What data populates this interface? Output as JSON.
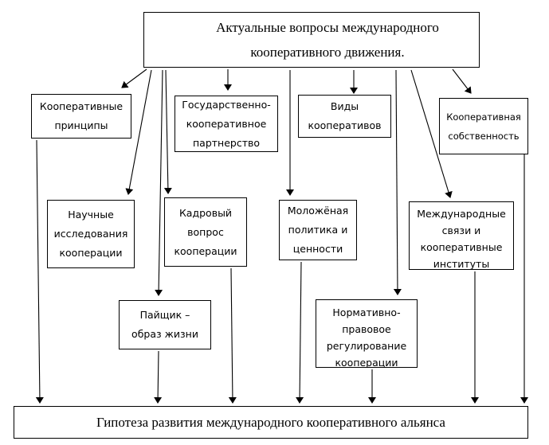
{
  "diagram": {
    "type": "flowchart",
    "root": {
      "id": "root",
      "lines": [
        "Актуальные вопросы международного",
        "кооперативного движения."
      ]
    },
    "topics": [
      {
        "id": "principles",
        "lines": [
          "Кооперативные",
          "принципы"
        ]
      },
      {
        "id": "partnership",
        "lines": [
          "Государственно-",
          "кооперативное",
          "партнерство"
        ]
      },
      {
        "id": "types",
        "lines": [
          "Виды",
          "кооперативов"
        ]
      },
      {
        "id": "property",
        "lines": [
          "Кооперативная",
          "собственность"
        ]
      },
      {
        "id": "research",
        "lines": [
          "Научные",
          "исследования",
          "кооперации"
        ]
      },
      {
        "id": "personnel",
        "lines": [
          "Кадровый",
          "вопрос",
          "кооперации"
        ]
      },
      {
        "id": "youth",
        "lines": [
          "Моложёная",
          "политика и",
          "ценности"
        ]
      },
      {
        "id": "international",
        "lines": [
          "Международные",
          "связи и",
          "кооперативные",
          "институты"
        ]
      },
      {
        "id": "shareholder",
        "lines": [
          "Пайщик –",
          "образ жизни"
        ]
      },
      {
        "id": "regulation",
        "lines": [
          "Нормативно-",
          "правовое",
          "регулирование",
          "кооперации"
        ]
      }
    ],
    "result": {
      "id": "result",
      "lines": [
        "Гипотеза развития международного кооперативного альянса"
      ]
    },
    "edges": [
      {
        "from": "root",
        "to": "principles"
      },
      {
        "from": "root",
        "to": "partnership"
      },
      {
        "from": "root",
        "to": "types"
      },
      {
        "from": "root",
        "to": "property"
      },
      {
        "from": "root",
        "to": "research"
      },
      {
        "from": "root",
        "to": "personnel"
      },
      {
        "from": "root",
        "to": "youth"
      },
      {
        "from": "root",
        "to": "international"
      },
      {
        "from": "root",
        "to": "shareholder"
      },
      {
        "from": "root",
        "to": "regulation"
      },
      {
        "from": "principles",
        "to": "result"
      },
      {
        "from": "shareholder",
        "to": "result"
      },
      {
        "from": "personnel",
        "to": "result"
      },
      {
        "from": "youth",
        "to": "result"
      },
      {
        "from": "regulation",
        "to": "result"
      },
      {
        "from": "international",
        "to": "result"
      },
      {
        "from": "property",
        "to": "result"
      }
    ],
    "colors": {
      "line": "#000000",
      "box_border": "#000000",
      "background": "#ffffff",
      "text": "#000000"
    }
  }
}
